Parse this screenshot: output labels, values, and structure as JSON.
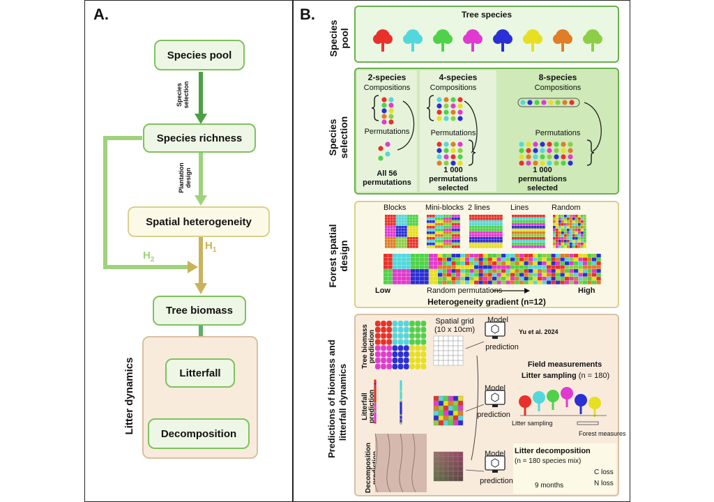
{
  "panelA": {
    "letter": "A.",
    "nodes": {
      "species_pool": "Species pool",
      "species_richness": "Species richness",
      "spatial_heterogeneity": "Spatial heterogeneity",
      "tree_biomass": "Tree biomass",
      "litterfall": "Litterfall",
      "decomposition": "Decomposition"
    },
    "edge_labels": {
      "species_selection_1": "Species",
      "species_selection_2": "selection",
      "plantation_design_1": "Plantation",
      "plantation_design_2": "design",
      "h2": "H",
      "h2_sub": "2",
      "h1": "H",
      "h1_sub": "1"
    },
    "litter_dynamics": "Litter dynamics",
    "colors": {
      "node_border": "#7fc15d",
      "node_fill": "#eef7e6",
      "spatial_fill": "#fdf9e7",
      "litter_box_fill": "#f8ebdc",
      "litter_box_border": "#d8c0a2"
    }
  },
  "panelB": {
    "letter": "B.",
    "species_pool": {
      "section_title": "Species pool",
      "heading": "Tree species",
      "tree_colors": [
        "#e8312a",
        "#53d7dc",
        "#4fd24a",
        "#e03ad0",
        "#2a2fd6",
        "#e7df22",
        "#e07d26",
        "#8ccf46"
      ]
    },
    "species_selection": {
      "section_title": "Species selection",
      "col2": {
        "title": "2-species",
        "compositions": "Compositions",
        "permutations": "Permutations",
        "footer_1": "All 56",
        "footer_2": "permutations"
      },
      "col4": {
        "title": "4-species",
        "compositions": "Compositions",
        "permutations": "Permutations",
        "footer_1": "1 000",
        "footer_2": "permutations",
        "footer_3": "selected"
      },
      "col8": {
        "title": "8-species",
        "compositions": "Compositions",
        "permutations": "Permutations",
        "footer_1": "1 000",
        "footer_2": "permutations",
        "footer_3": "selected"
      },
      "ellipsis": "...."
    },
    "spatial_design": {
      "section_title": "Forest spatial design",
      "patterns": [
        "Blocks",
        "Mini-blocks",
        "2 lines",
        "Lines",
        "Random"
      ],
      "low": "Low",
      "high": "High",
      "random_permutations": "Random permutations",
      "gradient": "Heterogeneity gradient (n=12)"
    },
    "predictions": {
      "section_title_1": "Predictions of biomass and",
      "section_title_2": "litterfall dynamics",
      "row_labels": {
        "tree_biomass_1": "Tree biomass",
        "tree_biomass_2": "prediction",
        "litterfall_1": "Litterfall",
        "litterfall_2": "prediction",
        "decomposition_1": "Decomposition",
        "decomposition_2": "prediction"
      },
      "spatial_grid_1": "Spatial grid",
      "spatial_grid_2": "(10 x 10cm)",
      "model": "Model",
      "prediction": "prediction",
      "citation": "Yu et al. 2024",
      "field_measurements": "Field measurements",
      "litter_sampling_title": "Litter sampling",
      "litter_sampling_n": "(n = 180)",
      "litter_sampling": "Litter sampling",
      "forest_measures": "Forest measures",
      "litter_decomposition": "Litter decomposition",
      "litter_decomposition_n": "(n = 180 species mix)",
      "nine_months": "9 months",
      "c_loss_c": "C",
      "c_loss": "loss",
      "n_loss_n": "N",
      "n_loss": "loss"
    }
  }
}
